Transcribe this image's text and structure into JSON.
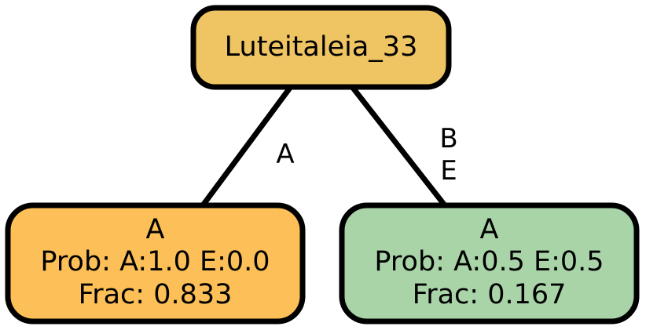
{
  "root": {
    "label": "Luteitaleia_33",
    "fill": "#EFC462"
  },
  "children": [
    {
      "edge_lines": [
        "A"
      ],
      "lines": [
        "A",
        "Prob: A:1.0 E:0.0",
        "Frac: 0.833"
      ],
      "fill": "#FDBF57"
    },
    {
      "edge_lines": [
        "B",
        "E"
      ],
      "lines": [
        "A",
        "Prob: A:0.5 E:0.5",
        "Frac: 0.167"
      ],
      "fill": "#A9D4A8"
    }
  ],
  "colors": {
    "stroke": "#000000",
    "background": "#FFFFFF"
  }
}
